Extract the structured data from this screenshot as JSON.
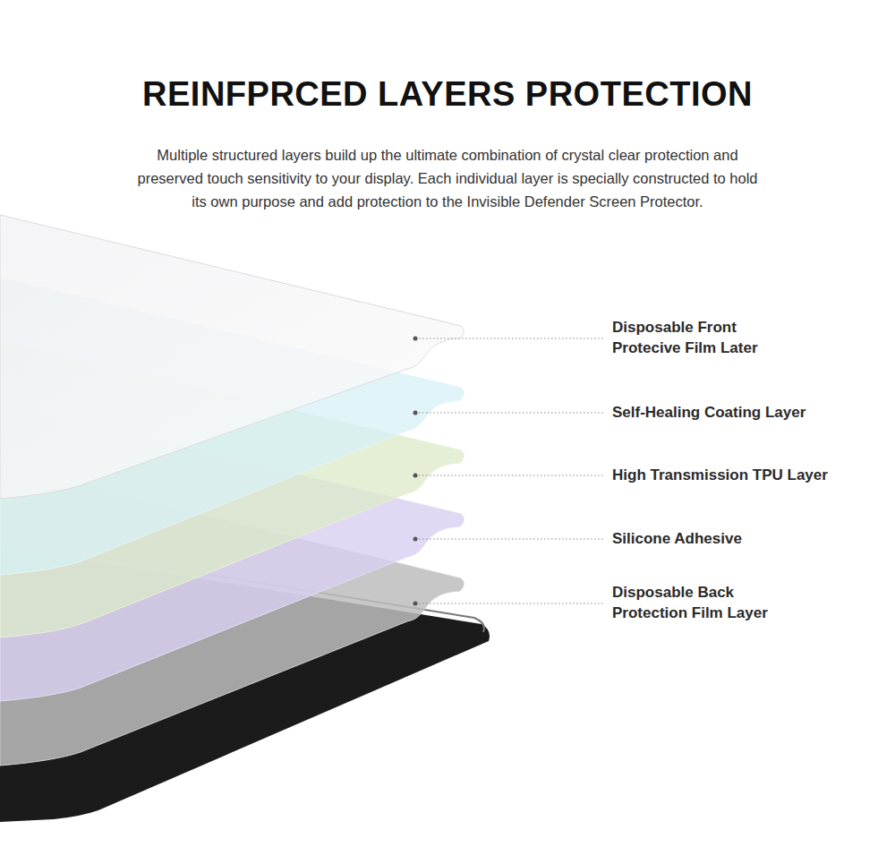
{
  "diagram": {
    "title": "REINFPRCED LAYERS PROTECTION",
    "labels": [
      "Multiple structured layers build up the ultimate combination of crystal clear protection and preserved touch sensitivity to your display. Each individual layer is specially constructed to hold its own purpose and add protection to the Invisible Defender Screen Protector.",
      "Disposable Front Protecive Film Later",
      "Self-Healing Coating Layer",
      "High Transmission TPU Layer",
      "Silicone Adhesive",
      "Disposable Back Protection Film Layer"
    ]
  }
}
